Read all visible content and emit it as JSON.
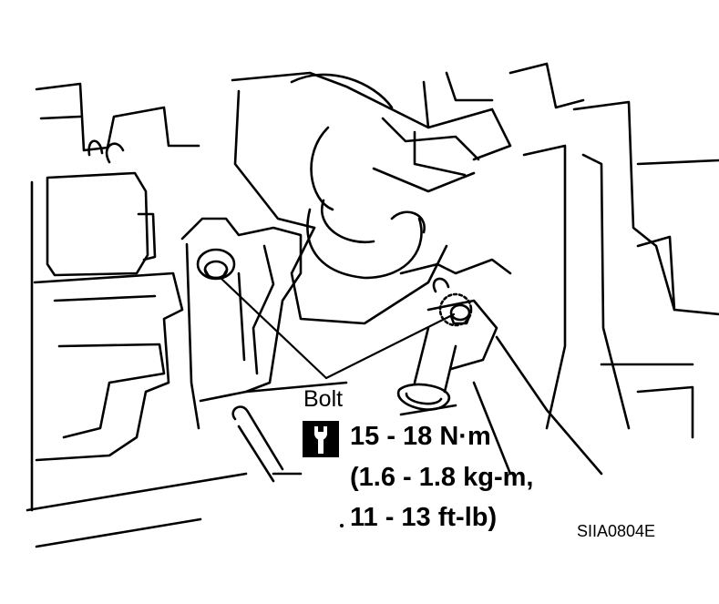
{
  "bolt_label": "Bolt",
  "torque": {
    "icon": "torque-wrench-icon",
    "line1": "15 - 18 N·m",
    "line2": "(1.6 - 1.8 kg-m,",
    "line3": "11 - 13 ft-lb)"
  },
  "figure_code": "SIIA0804E",
  "colors": {
    "line": "#000000",
    "background": "#ffffff"
  }
}
